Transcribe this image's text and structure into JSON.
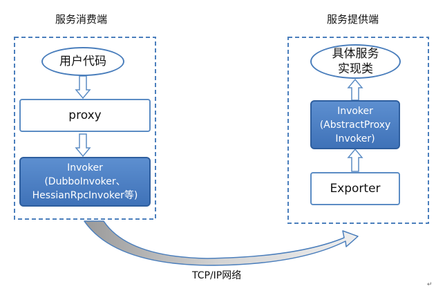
{
  "consumer": {
    "title": "服务消费端",
    "user_code": "用户代码",
    "proxy": "proxy",
    "invoker_lines": [
      "Invoker",
      "(DubboInvoker、",
      "HessianRpcInvoker等)"
    ]
  },
  "provider": {
    "title": "服务提供端",
    "impl_lines": [
      "具体服务",
      "实现类"
    ],
    "invoker_lines": [
      "Invoker",
      "(AbstractProxy",
      "Invoker)"
    ],
    "exporter": "Exporter"
  },
  "network_label": "TCP/IP网络",
  "paragraph_mark": "↵",
  "colors": {
    "frame_dash": "#4a7ebc",
    "arrow_outline": "#5b8cc4",
    "box_blue": "#4f81bd",
    "curve_fill": "#c8c8c8"
  }
}
